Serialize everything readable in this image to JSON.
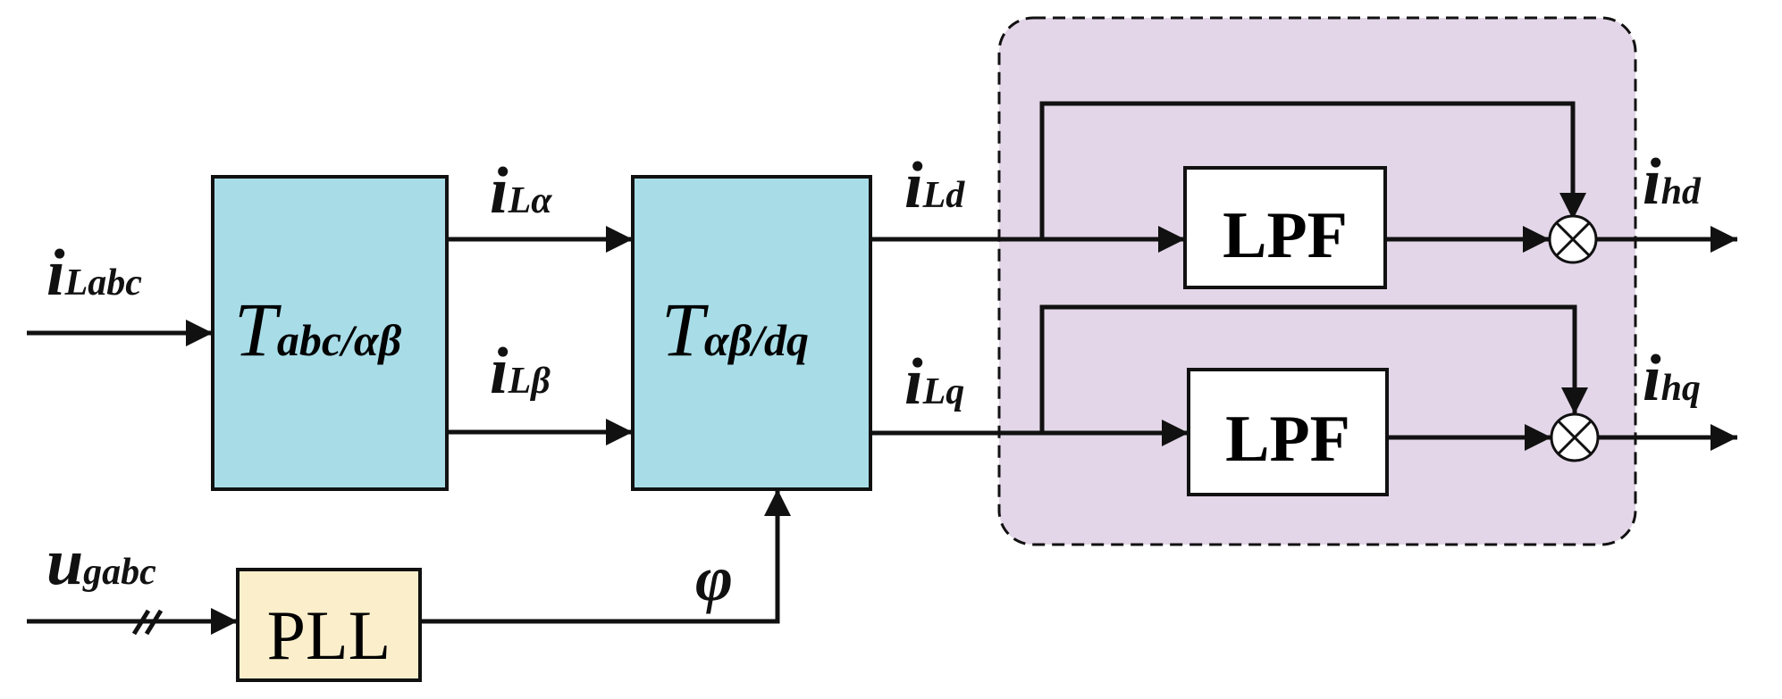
{
  "colors": {
    "transform_fill": "#a8dde8",
    "pll_fill": "#fbefcb",
    "filter_region_fill": "#e3d6e8",
    "lpf_fill": "#ffffff",
    "line": "#111111"
  },
  "blocks": {
    "t1": {
      "main": "T",
      "sub": "abc/αβ"
    },
    "t2": {
      "main": "T",
      "sub": "αβ/dq"
    },
    "pll": {
      "label": "PLL"
    },
    "lpf_d": {
      "label": "LPF"
    },
    "lpf_q": {
      "label": "LPF"
    }
  },
  "signals": {
    "i_labc": {
      "main": "i",
      "sub": "Labc"
    },
    "u_gabc": {
      "main": "u",
      "sub": "gabc"
    },
    "i_lalpha": {
      "main": "i",
      "sub": "Lα"
    },
    "i_lbeta": {
      "main": "i",
      "sub": "Lβ"
    },
    "i_ld": {
      "main": "i",
      "sub": "Ld"
    },
    "i_lq": {
      "main": "i",
      "sub": "Lq"
    },
    "phi": {
      "main": "φ"
    },
    "i_hd": {
      "main": "i",
      "sub": "hd"
    },
    "i_hq": {
      "main": "i",
      "sub": "hq"
    }
  }
}
